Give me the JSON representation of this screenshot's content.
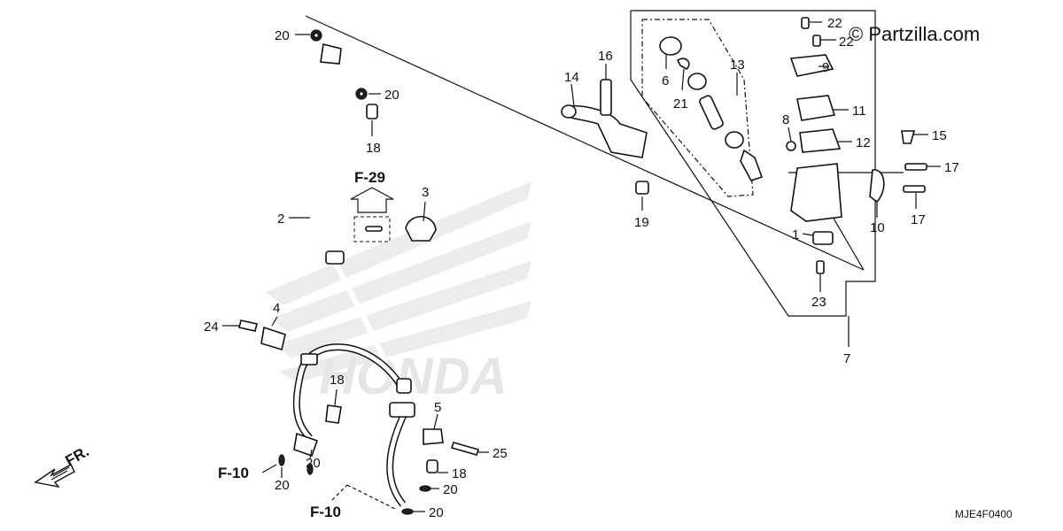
{
  "brand": "© Partzilla.com",
  "diagram_code": "MJE4F0400",
  "watermark_text": "HONDA",
  "direction_label": "FR.",
  "refs": {
    "f29": "F-29",
    "f10_left": "F-10",
    "f10_bottom": "F-10"
  },
  "callouts": {
    "n20_top": "20",
    "n20_b": "20",
    "n18_a": "18",
    "n2": "2",
    "n3": "3",
    "n4": "4",
    "n24": "24",
    "n18_b": "18",
    "n20_c": "20",
    "n20_d": "20",
    "n5": "5",
    "n25": "25",
    "n18_c": "18",
    "n20_e": "20",
    "n20_f": "20",
    "n14": "14",
    "n16": "16",
    "n19": "19",
    "n6": "6",
    "n21": "21",
    "n13": "13",
    "n22_a": "22",
    "n22_b": "22",
    "n9": "9",
    "n11": "11",
    "n8": "8",
    "n12": "12",
    "n15": "15",
    "n17_a": "17",
    "n17_b": "17",
    "n10": "10",
    "n1": "1",
    "n23": "23",
    "n7": "7"
  }
}
